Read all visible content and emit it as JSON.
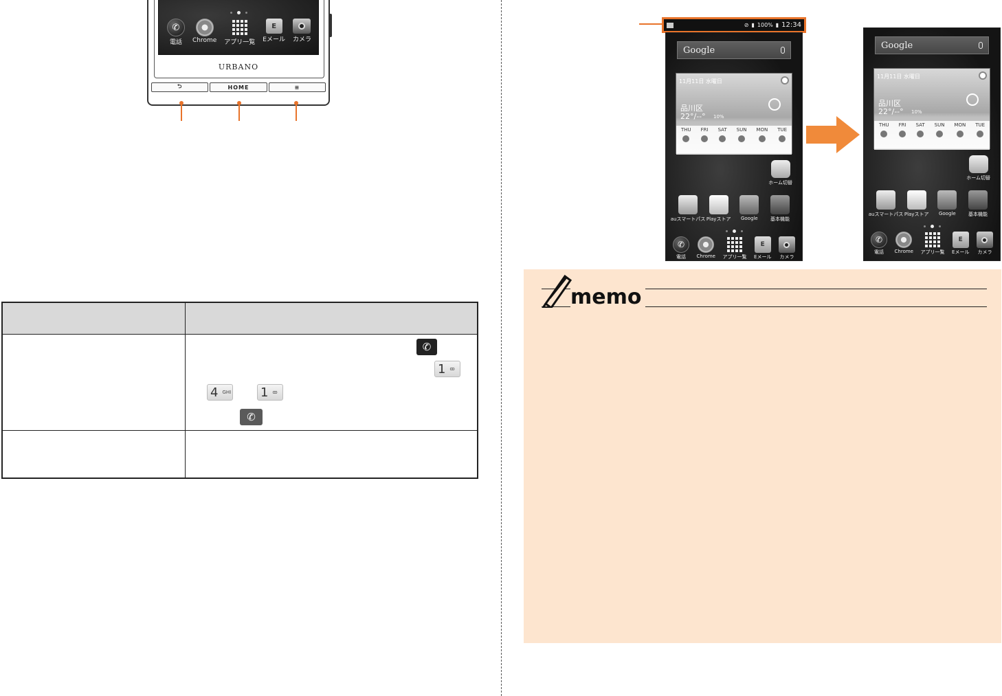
{
  "phone": {
    "brand": "URBANO",
    "dock": [
      {
        "label": "電話",
        "icon": "phone-icon"
      },
      {
        "label": "Chrome",
        "icon": "chrome-icon"
      },
      {
        "label": "アプリ一覧",
        "icon": "app-grid-icon"
      },
      {
        "label": "Eメール",
        "icon": "email-icon"
      },
      {
        "label": "カメラ",
        "icon": "camera-icon"
      }
    ],
    "keys": [
      {
        "label": "⮌",
        "icon": "back-icon"
      },
      {
        "label": "HOME",
        "icon": "home-key"
      },
      {
        "label": "≡",
        "icon": "menu-icon"
      }
    ]
  },
  "table": {
    "keypad": [
      {
        "num": "1",
        "sub": "ꝏ"
      },
      {
        "num": "4",
        "sub": "GHI"
      },
      {
        "num": "1",
        "sub": "ꝏ"
      }
    ]
  },
  "status_bar": {
    "battery": "100%",
    "time": "12:34"
  },
  "home_screen": {
    "search_label": "Google",
    "weather": {
      "date": "11月11日 水曜日",
      "city": "品川区",
      "temp": "22°/--°",
      "rain": "10%",
      "days": [
        "THU",
        "FRI",
        "SAT",
        "SUN",
        "MON",
        "TUE"
      ]
    },
    "home_switch_label": "ホーム切替",
    "apps": [
      {
        "label": "auスマートパス",
        "icon": "au-pass-icon"
      },
      {
        "label": "Playストア",
        "icon": "play-store-icon"
      },
      {
        "label": "Google",
        "icon": "google-folder-icon"
      },
      {
        "label": "基本機能",
        "icon": "basic-functions-icon"
      }
    ],
    "dock": [
      {
        "label": "電話",
        "icon": "phone-icon"
      },
      {
        "label": "Chrome",
        "icon": "chrome-icon"
      },
      {
        "label": "アプリ一覧",
        "icon": "app-grid-icon"
      },
      {
        "label": "Eメール",
        "icon": "email-icon"
      },
      {
        "label": "カメラ",
        "icon": "camera-icon"
      }
    ]
  },
  "memo": {
    "title": "memo"
  },
  "colors": {
    "accent": "#e8732a",
    "memo_bg": "#fde5cf",
    "table_header": "#d9d9d9"
  }
}
